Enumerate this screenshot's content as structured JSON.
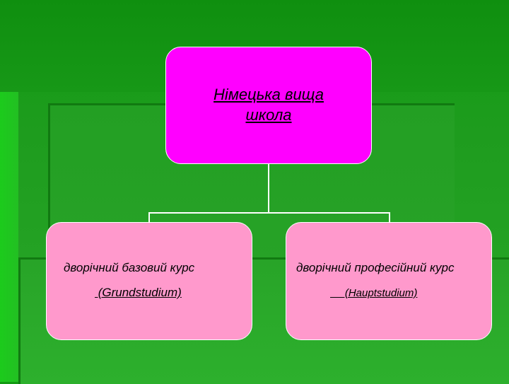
{
  "diagram": {
    "root": {
      "line1": "Німецька вища",
      "line2": "школа"
    },
    "children": [
      {
        "label": "дворічний базовий курс",
        "sub": " (Grundstudium)"
      },
      {
        "label": "дворічний професійний курс",
        "sub": "     (Hauptstudium)"
      }
    ]
  },
  "colors": {
    "root_fill": "#ff00ff",
    "child_fill": "#ff99cc",
    "background": "#1e9c1e",
    "connector": "#ffffff"
  }
}
